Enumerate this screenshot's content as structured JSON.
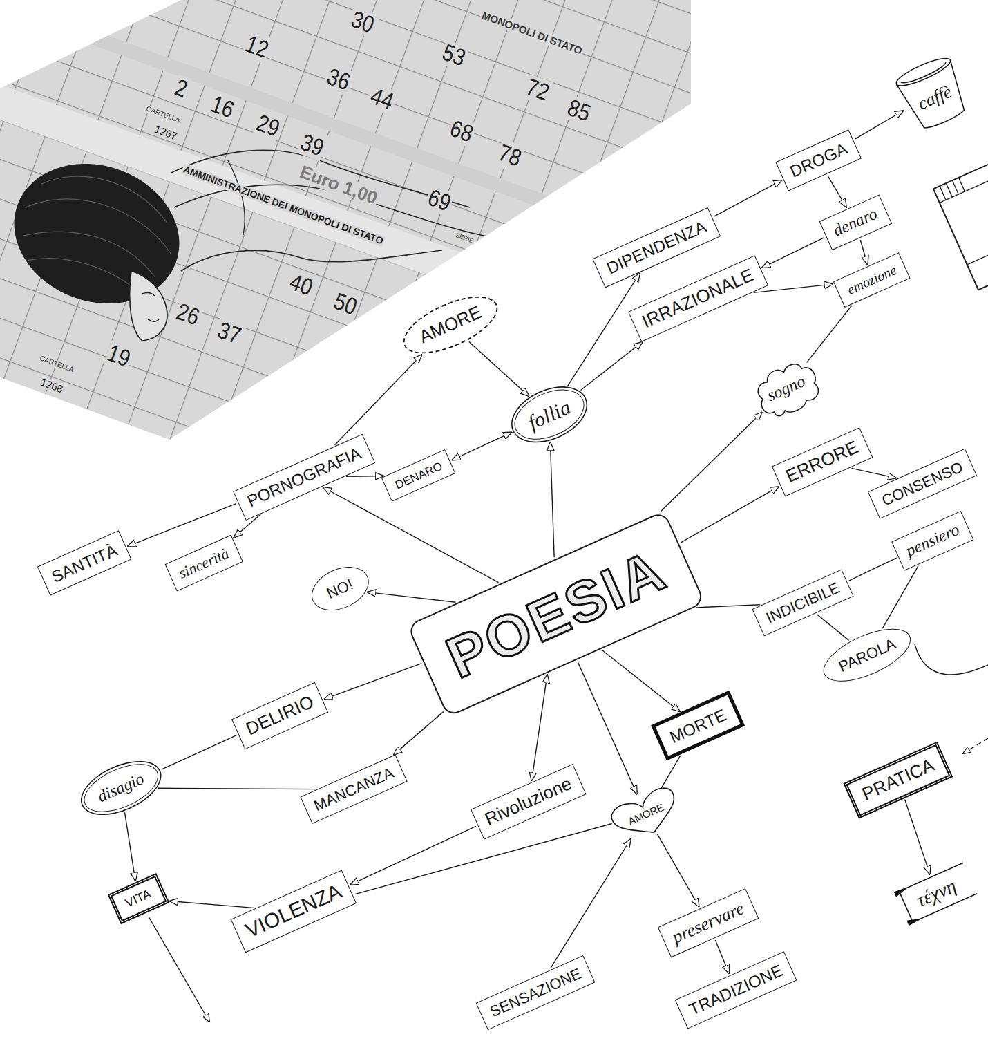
{
  "diagram": {
    "nodes": [
      {
        "text": [
          "caffè"
        ]
      },
      {
        "text": [
          "DROGA"
        ]
      },
      {
        "text": [
          "denaro"
        ]
      },
      {
        "text": [
          "DIPENDENZA"
        ]
      },
      {
        "text": [
          "emozione"
        ]
      },
      {
        "text": [
          "IRRAZIONALE"
        ]
      },
      {
        "text": [
          "AMORE"
        ]
      },
      {
        "text": [
          "sogno"
        ]
      },
      {
        "text": [
          "follia"
        ]
      },
      {
        "text": [
          "ERRORE"
        ]
      },
      {
        "text": [
          "DENARO"
        ]
      },
      {
        "text": [
          "PORNOGRAFIA"
        ]
      },
      {
        "text": [
          "CONSENSO"
        ]
      },
      {
        "text": [
          "pensiero"
        ]
      },
      {
        "text": [
          "SANTITÀ"
        ]
      },
      {
        "text": [
          "sincerità"
        ]
      },
      {
        "text": [
          "NO!"
        ]
      },
      {
        "text": [
          "INDICIBILE"
        ]
      },
      {
        "text": [
          "POESIA"
        ]
      },
      {
        "text": [
          "PAROLA"
        ]
      },
      {
        "text": [
          "DELIRIO"
        ]
      },
      {
        "text": [
          "MORTE"
        ]
      },
      {
        "text": [
          "PRATICA"
        ]
      },
      {
        "text": [
          "disagio"
        ]
      },
      {
        "text": [
          "MANCANZA"
        ]
      },
      {
        "text": [
          "Rivoluzione"
        ]
      },
      {
        "text": [
          "AMORE"
        ]
      },
      {
        "text": [
          "τέχνη"
        ]
      },
      {
        "text": [
          "VITA"
        ]
      },
      {
        "text": [
          "VIOLENZA"
        ]
      },
      {
        "text": [
          "preservare"
        ]
      },
      {
        "text": [
          "SENSAZIONE"
        ]
      },
      {
        "text": [
          "TRADIZIONE"
        ]
      }
    ],
    "edges": [
      {
        "from": 18,
        "to": 11,
        "arrow": "to"
      },
      {
        "from": 11,
        "to": 14,
        "arrow": "to"
      },
      {
        "from": 11,
        "to": 15,
        "arrow": "to"
      },
      {
        "from": 11,
        "to": 6,
        "arrow": "to"
      },
      {
        "from": 11,
        "to": 10,
        "arrow": "to"
      },
      {
        "from": 8,
        "to": 10,
        "arrow": "both"
      },
      {
        "from": 6,
        "to": 8,
        "arrow": "to"
      },
      {
        "from": 18,
        "to": 8,
        "arrow": "to"
      },
      {
        "from": 8,
        "to": 3,
        "arrow": "to"
      },
      {
        "from": 8,
        "to": 5,
        "arrow": "to"
      },
      {
        "from": 3,
        "to": 1,
        "arrow": "to"
      },
      {
        "from": 1,
        "to": 0,
        "arrow": "to"
      },
      {
        "from": 1,
        "to": 2,
        "arrow": "to"
      },
      {
        "from": 2,
        "to": 5,
        "arrow": "to"
      },
      {
        "from": 2,
        "to": 4,
        "arrow": "to"
      },
      {
        "from": 5,
        "to": 4,
        "arrow": "to"
      },
      {
        "from": 4,
        "to": 7,
        "arrow": "none"
      },
      {
        "from": 18,
        "to": 7,
        "arrow": "to"
      },
      {
        "from": 18,
        "to": 9,
        "arrow": "to"
      },
      {
        "from": 9,
        "to": 12,
        "arrow": "to"
      },
      {
        "from": 18,
        "to": 17,
        "arrow": "none"
      },
      {
        "from": 17,
        "to": 13,
        "arrow": "none"
      },
      {
        "from": 17,
        "to": 19,
        "arrow": "none"
      },
      {
        "from": 13,
        "to": 19,
        "arrow": "none"
      },
      {
        "from": 18,
        "to": 16,
        "arrow": "to"
      },
      {
        "from": 18,
        "to": 20,
        "arrow": "to"
      },
      {
        "from": 18,
        "to": 24,
        "arrow": "to"
      },
      {
        "from": 18,
        "to": 25,
        "arrow": "both"
      },
      {
        "from": 18,
        "to": 21,
        "arrow": "to"
      },
      {
        "from": 18,
        "to": 26,
        "arrow": "to"
      },
      {
        "from": 21,
        "to": 26,
        "arrow": "none"
      },
      {
        "from": 25,
        "to": 29,
        "arrow": "to"
      },
      {
        "from": 29,
        "to": 26,
        "arrow": "none"
      },
      {
        "from": 26,
        "to": 30,
        "arrow": "to"
      },
      {
        "from": 31,
        "to": 26,
        "arrow": "to"
      },
      {
        "from": 30,
        "to": 32,
        "arrow": "to"
      },
      {
        "from": 20,
        "to": 23,
        "arrow": "none"
      },
      {
        "from": 24,
        "to": 23,
        "arrow": "none"
      },
      {
        "from": 23,
        "to": 28,
        "arrow": "to"
      },
      {
        "from": 29,
        "to": 28,
        "arrow": "to"
      },
      {
        "from": 22,
        "to": 27,
        "arrow": "to"
      }
    ],
    "labels": [
      "MONOPOLI DI STATO",
      "30",
      "12",
      "53",
      "36",
      "44",
      "2",
      "16",
      "29",
      "39",
      "72",
      "85",
      "68",
      "78",
      "CARTELLA",
      "1267",
      "Euro 1,00",
      "AMMINISTRAZIONE DEI MONOPOLI DI STATO",
      "SERIE",
      "69",
      "40",
      "50",
      "26",
      "37",
      "19",
      "CARTELLA",
      "1268"
    ]
  }
}
